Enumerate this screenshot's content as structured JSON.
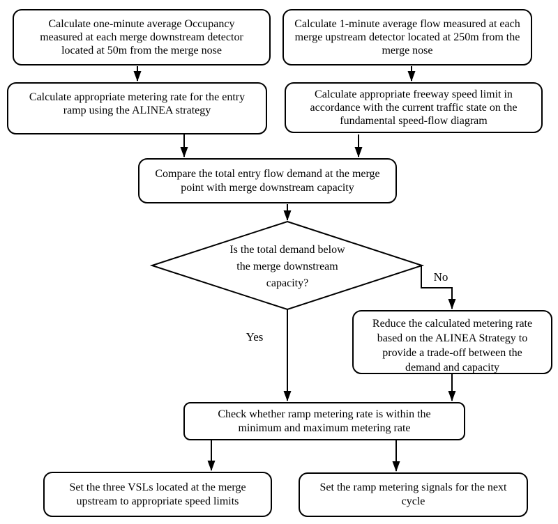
{
  "diagram_type": "flowchart",
  "nodes": {
    "calc_occupancy": "Calculate one-minute average Occupancy\nmeasured at each merge downstream detector\nlocated at 50m from the merge nose",
    "calc_flow": "Calculate 1-minute average flow measured at each\nmerge upstream detector located at 250m from the\nmerge nose",
    "calc_metering_rate": "Calculate appropriate metering rate for the entry\nramp using the ALINEA strategy",
    "calc_speed_limit": "Calculate appropriate freeway speed limit in\naccordance with the current traffic state on the\nfundamental speed-flow diagram",
    "compare_demand": "Compare the total entry flow demand at the merge\npoint with merge downstream capacity",
    "decision_demand_below_capacity": "Is the total demand below\nthe merge downstream\ncapacity?",
    "reduce_metering_rate": "Reduce the calculated metering rate\nbased on the ALINEA Strategy to\nprovide a trade-off between the\ndemand and capacity",
    "check_metering_rate": "Check whether ramp metering rate is within the\nminimum and maximum metering rate",
    "set_vsls": "Set the three VSLs located at the merge\nupstream to appropriate speed limits",
    "set_ramp_signals": "Set the ramp metering signals for the next\ncycle"
  },
  "edge_labels": {
    "yes": "Yes",
    "no": "No"
  },
  "colors": {
    "stroke": "#000000",
    "fill": "#ffffff",
    "text": "#000000"
  }
}
